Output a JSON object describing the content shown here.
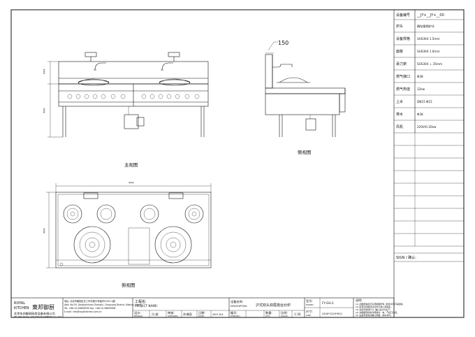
{
  "spec_table": {
    "header": {
      "label": "设备编号",
      "value": "__JY+__JY+__00"
    },
    "rows": [
      {
        "label": "炉头",
        "value": "精钻锻铸炉头"
      },
      {
        "label": "设备规格",
        "value": "SUS304 1.5mm"
      },
      {
        "label": "面板",
        "value": "SUS304 1.0mm"
      },
      {
        "label": "承力架",
        "value": "SUS304 ⊥ 35mm"
      },
      {
        "label": "燃气接口",
        "value": "Φ38"
      },
      {
        "label": "燃气热值",
        "value": "12kw"
      },
      {
        "label": "上水",
        "value": "DN15 Φ15"
      },
      {
        "label": "排水",
        "value": "Φ38"
      },
      {
        "label": "风机",
        "value": "220V/0.35kw"
      }
    ],
    "sign_label": "SIGN / 确认:"
  },
  "views": {
    "main_view": "主视图",
    "side_view": "侧视图",
    "top_view": "俯视图"
  },
  "dimensions": {
    "side_callout": "150",
    "front_height_upper": "***",
    "front_height_lower": "***",
    "top_width": "***",
    "top_depth": "***"
  },
  "title_block": {
    "logo_en_1": "ROYAL",
    "logo_en_2": "KITCHEN",
    "logo_cn": "東邦御厨",
    "company_lines": [
      "地址: 北京市朝阳区东三环中路39号建外SOHO A座",
      "Add: No.39, Dongsanhuan Zhonglu, Chaoyang District, Beijing, China",
      "Tel: +86-10-58699999  Fax: +86-10-58699998",
      "E-mail: info@royalkitchen.com.cn"
    ],
    "company_footer": "北京东邦御厨厨房设备有限公司",
    "company_footer_en": "BEI JING ROYAL KITCHEN EQUIPMENT CO.,LTD",
    "project_label": "工程名:",
    "project_label_en": "PROJECT NAME:",
    "design_label": "设计:",
    "design_label_en": "DESIGN:",
    "design_value": "冯 超",
    "check_label": "审核:",
    "check_label_en": "CHECKED:",
    "check_value": "孙继国",
    "date_label": "日期:",
    "date_label_en": "DATE:",
    "date_value": "2007-6-8",
    "desc_label": "设备名称:",
    "desc_label_en": "DESCRIPTION:",
    "desc_value": "沪式双头双尾炮台炒炉",
    "item_label": "编号:",
    "item_label_en": "ITEM NO.:",
    "qty_label": "数量:",
    "qty_label_en": "QTY.:",
    "model_label": "型号:",
    "model_label_en": "MODEL:",
    "model_value": "FY-GH-2",
    "scale_label": "比例:",
    "scale_label_en": "SCALE:",
    "scale_value": "1:30",
    "size_label": "尺寸:",
    "size_label_en": "SIZE:",
    "size_value": "2400*1220*810",
    "notes_title": "说明:",
    "notes": [
      "(1) 此图纸版权归东邦御厨所有, 未经许可不得复制。",
      "(2) 如有任何疑问请及时与我公司联系。",
      "(3) 请核对现场尺寸, 确认后方可生产。",
      "(4) 请根据现场条件预留水、电、气接口位置。",
      "(5) 设备安装前请确认排烟、排水条件。",
      "(6) 本图尺寸单位均为毫米。"
    ]
  }
}
